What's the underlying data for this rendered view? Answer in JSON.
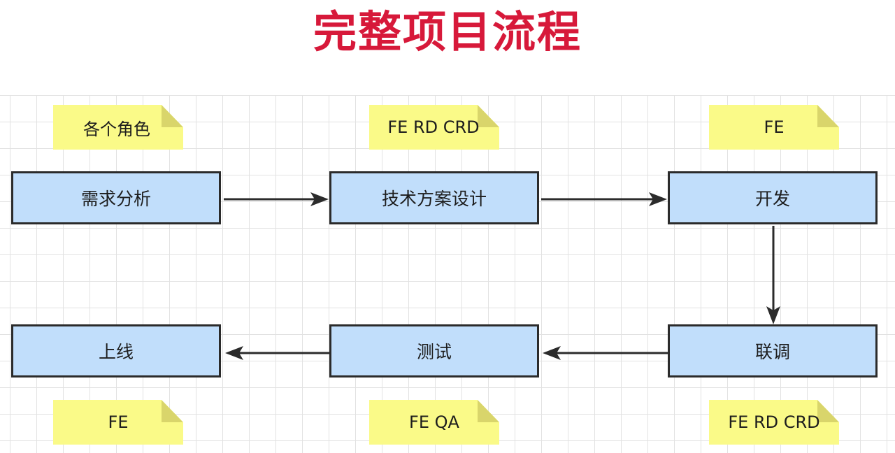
{
  "title": "完整项目流程",
  "nodes": {
    "analysis": "需求分析",
    "design": "技术方案设计",
    "dev": "开发",
    "joint": "联调",
    "test": "测试",
    "release": "上线"
  },
  "notes": {
    "analysis": "各个角色",
    "design": "FE RD CRD",
    "dev": "FE",
    "release": "FE",
    "test": "FE QA",
    "joint": "FE RD CRD"
  },
  "colors": {
    "title": "#d7193a",
    "box_fill": "#c1defb",
    "box_border": "#2b2b2b",
    "note_fill": "#fafa88",
    "note_fold": "#d9d56b",
    "grid_line": "#e2e2e2",
    "arrow": "#2b2b2b"
  }
}
